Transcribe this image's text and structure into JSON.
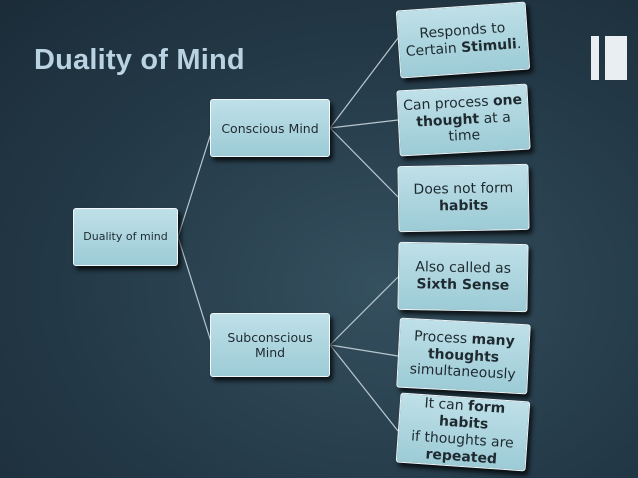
{
  "slide": {
    "title": "Duality of Mind"
  },
  "root": {
    "label": "Duality of mind"
  },
  "branches": [
    {
      "label": [
        "Conscious Mind"
      ],
      "leaves": [
        {
          "lines": [
            [
              {
                "t": "Responds to",
                "b": false
              }
            ],
            [
              {
                "t": "Certain ",
                "b": false
              },
              {
                "t": "Stimuli",
                "b": true
              },
              {
                "t": ".",
                "b": false
              }
            ]
          ]
        },
        {
          "lines": [
            [
              {
                "t": "Can process ",
                "b": false
              },
              {
                "t": "one",
                "b": true
              }
            ],
            [
              {
                "t": "thought",
                "b": true
              },
              {
                "t": " at a time",
                "b": false
              }
            ]
          ]
        },
        {
          "lines": [
            [
              {
                "t": "Does not form",
                "b": false
              }
            ],
            [
              {
                "t": "habits",
                "b": true
              }
            ]
          ]
        }
      ]
    },
    {
      "label": [
        "Subconscious",
        "Mind"
      ],
      "leaves": [
        {
          "lines": [
            [
              {
                "t": "Also called as",
                "b": false
              }
            ],
            [
              {
                "t": "Sixth Sense",
                "b": true
              }
            ]
          ]
        },
        {
          "lines": [
            [
              {
                "t": "Process ",
                "b": false
              },
              {
                "t": "many",
                "b": true
              }
            ],
            [
              {
                "t": "thoughts",
                "b": true
              }
            ],
            [
              {
                "t": "simultaneously",
                "b": false
              }
            ]
          ]
        },
        {
          "lines": [
            [
              {
                "t": "It can ",
                "b": false
              },
              {
                "t": "form habits",
                "b": true
              }
            ],
            [
              {
                "t": "if thoughts are",
                "b": false
              }
            ],
            [
              {
                "t": "repeated",
                "b": true
              }
            ]
          ]
        }
      ]
    }
  ]
}
